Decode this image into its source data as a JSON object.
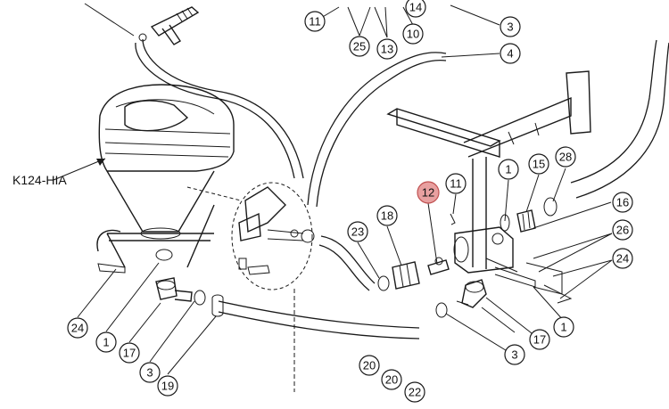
{
  "diagram": {
    "model_label": "K124-HIA",
    "highlight_color": "#e8a0a0",
    "callouts": [
      {
        "id": "c-11a",
        "label": "11"
      },
      {
        "id": "c-25",
        "label": "25"
      },
      {
        "id": "c-13",
        "label": "13"
      },
      {
        "id": "c-14",
        "label": "14"
      },
      {
        "id": "c-10",
        "label": "10"
      },
      {
        "id": "c-3a",
        "label": "3"
      },
      {
        "id": "c-4",
        "label": "4"
      },
      {
        "id": "c-12",
        "label": "12",
        "highlighted": true
      },
      {
        "id": "c-11b",
        "label": "11"
      },
      {
        "id": "c-1a",
        "label": "1"
      },
      {
        "id": "c-15",
        "label": "15"
      },
      {
        "id": "c-28",
        "label": "28"
      },
      {
        "id": "c-16",
        "label": "16"
      },
      {
        "id": "c-26",
        "label": "26"
      },
      {
        "id": "c-24a",
        "label": "24"
      },
      {
        "id": "c-18",
        "label": "18"
      },
      {
        "id": "c-23",
        "label": "23"
      },
      {
        "id": "c-24b",
        "label": "24"
      },
      {
        "id": "c-1b",
        "label": "1"
      },
      {
        "id": "c-17a",
        "label": "17"
      },
      {
        "id": "c-3b",
        "label": "3"
      },
      {
        "id": "c-19",
        "label": "19"
      },
      {
        "id": "c-20a",
        "label": "20"
      },
      {
        "id": "c-20b",
        "label": "20"
      },
      {
        "id": "c-22",
        "label": "22"
      },
      {
        "id": "c-17b",
        "label": "17"
      },
      {
        "id": "c-1c",
        "label": "1"
      },
      {
        "id": "c-3c",
        "label": "3"
      }
    ]
  }
}
